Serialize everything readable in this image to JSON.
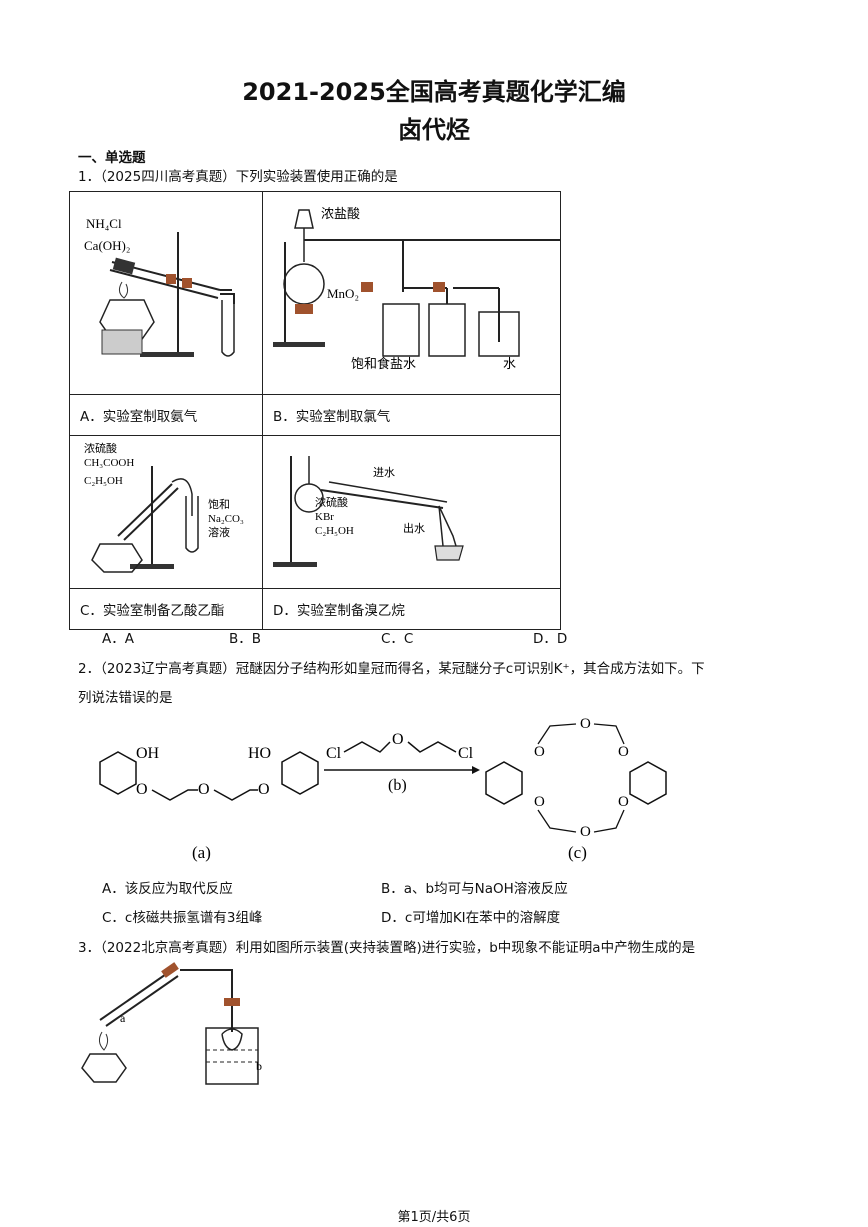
{
  "header": {
    "title": "2021-2025全国高考真题化学汇编",
    "subtitle": "卤代烃"
  },
  "section": {
    "label": "一、单选题"
  },
  "q1": {
    "stem": "1．（2025四川高考真题）下列实验装置使用正确的是",
    "cells": [
      {
        "caption": "A．实验室制取氨气",
        "labels": [
          "NH₄Cl",
          "Ca(OH)₂"
        ]
      },
      {
        "caption": "B．实验室制取氯气",
        "labels": [
          "浓盐酸",
          "MnO₂",
          "饱和食盐水",
          "水"
        ]
      },
      {
        "caption": "C．实验室制备乙酸乙酯",
        "labels": [
          "浓硫酸",
          "CH₃COOH",
          "C₂H₅OH",
          "饱和",
          "Na₂CO₃",
          "溶液"
        ]
      },
      {
        "caption": "D．实验室制备溴乙烷",
        "labels": [
          "浓硫酸",
          "KBr",
          "C₂H₅OH",
          "进水",
          "出水"
        ]
      }
    ],
    "options": [
      "A．A",
      "B．B",
      "C．C",
      "D．D"
    ]
  },
  "q2": {
    "stem_line1": "2．（2023辽宁高考真题）冠醚因分子结构形如皇冠而得名，某冠醚分子c可识别K⁺，其合成方法如下。下",
    "stem_line2": "列说法错误的是",
    "scheme": {
      "a_label": "(a)",
      "b_label": "(b)",
      "c_label": "(c)",
      "OH": "OH",
      "HO": "HO",
      "O": "O",
      "Cl": "Cl"
    },
    "options": [
      "A．该反应为取代反应",
      "B．a、b均可与NaOH溶液反应",
      "C．c核磁共振氢谱有3组峰",
      "D．c可增加KI在苯中的溶解度"
    ]
  },
  "q3": {
    "stem": "3．（2022北京高考真题）利用如图所示装置(夹持装置略)进行实验，b中现象不能证明a中产物生成的是",
    "labels": [
      "a",
      "b"
    ]
  },
  "footer": {
    "page": "第1页/共6页"
  }
}
